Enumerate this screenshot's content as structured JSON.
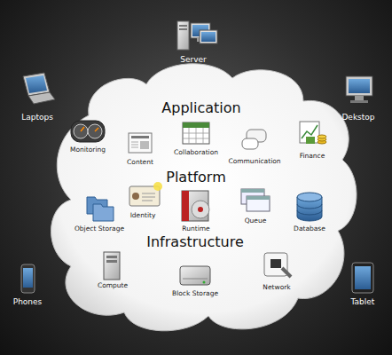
{
  "diagram": {
    "nodes": [
      {
        "text": [
          "Application",
          "Platform",
          "Infrastructure"
        ]
      }
    ],
    "labels": [
      "Server",
      "Laptops",
      "Dekstop",
      "Monitoring",
      "Content",
      "Collaboration",
      "Communication",
      "Finance",
      "Object Storage",
      "Identity",
      "Runtime",
      "Queue",
      "Database",
      "Compute",
      "Block Storage",
      "Network",
      "Phones",
      "Tablet"
    ]
  }
}
